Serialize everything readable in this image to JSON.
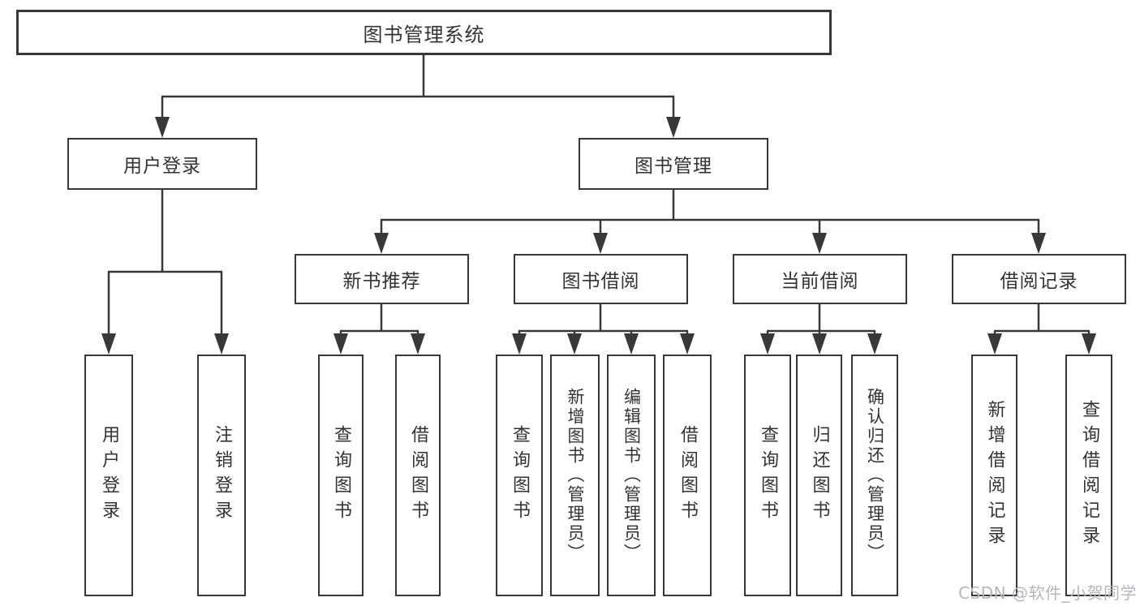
{
  "colors": {
    "line": "#383838",
    "border": "#383838",
    "text": "#333333",
    "box_background": "#ffffff",
    "watermark": "#b6b6bf"
  },
  "diagram": {
    "title": "图书管理系统",
    "branches": [
      {
        "label": "用户登录",
        "children": [
          "用户登录",
          "注销登录"
        ]
      },
      {
        "label": "图书管理",
        "children": [
          {
            "label": "新书推荐",
            "children": [
              "查询图书",
              "借阅图书"
            ]
          },
          {
            "label": "图书借阅",
            "children": [
              "查询图书",
              "新增图书（管理员）",
              "编辑图书（管理员）",
              "借阅图书"
            ]
          },
          {
            "label": "当前借阅",
            "children": [
              "查询图书",
              "归还图书",
              "确认归还（管理员）"
            ]
          },
          {
            "label": "借阅记录",
            "children": [
              "新增借阅记录",
              "查询借阅记录"
            ]
          }
        ]
      }
    ]
  },
  "watermark": {
    "text": "CSDN @软件_小贺同学"
  }
}
